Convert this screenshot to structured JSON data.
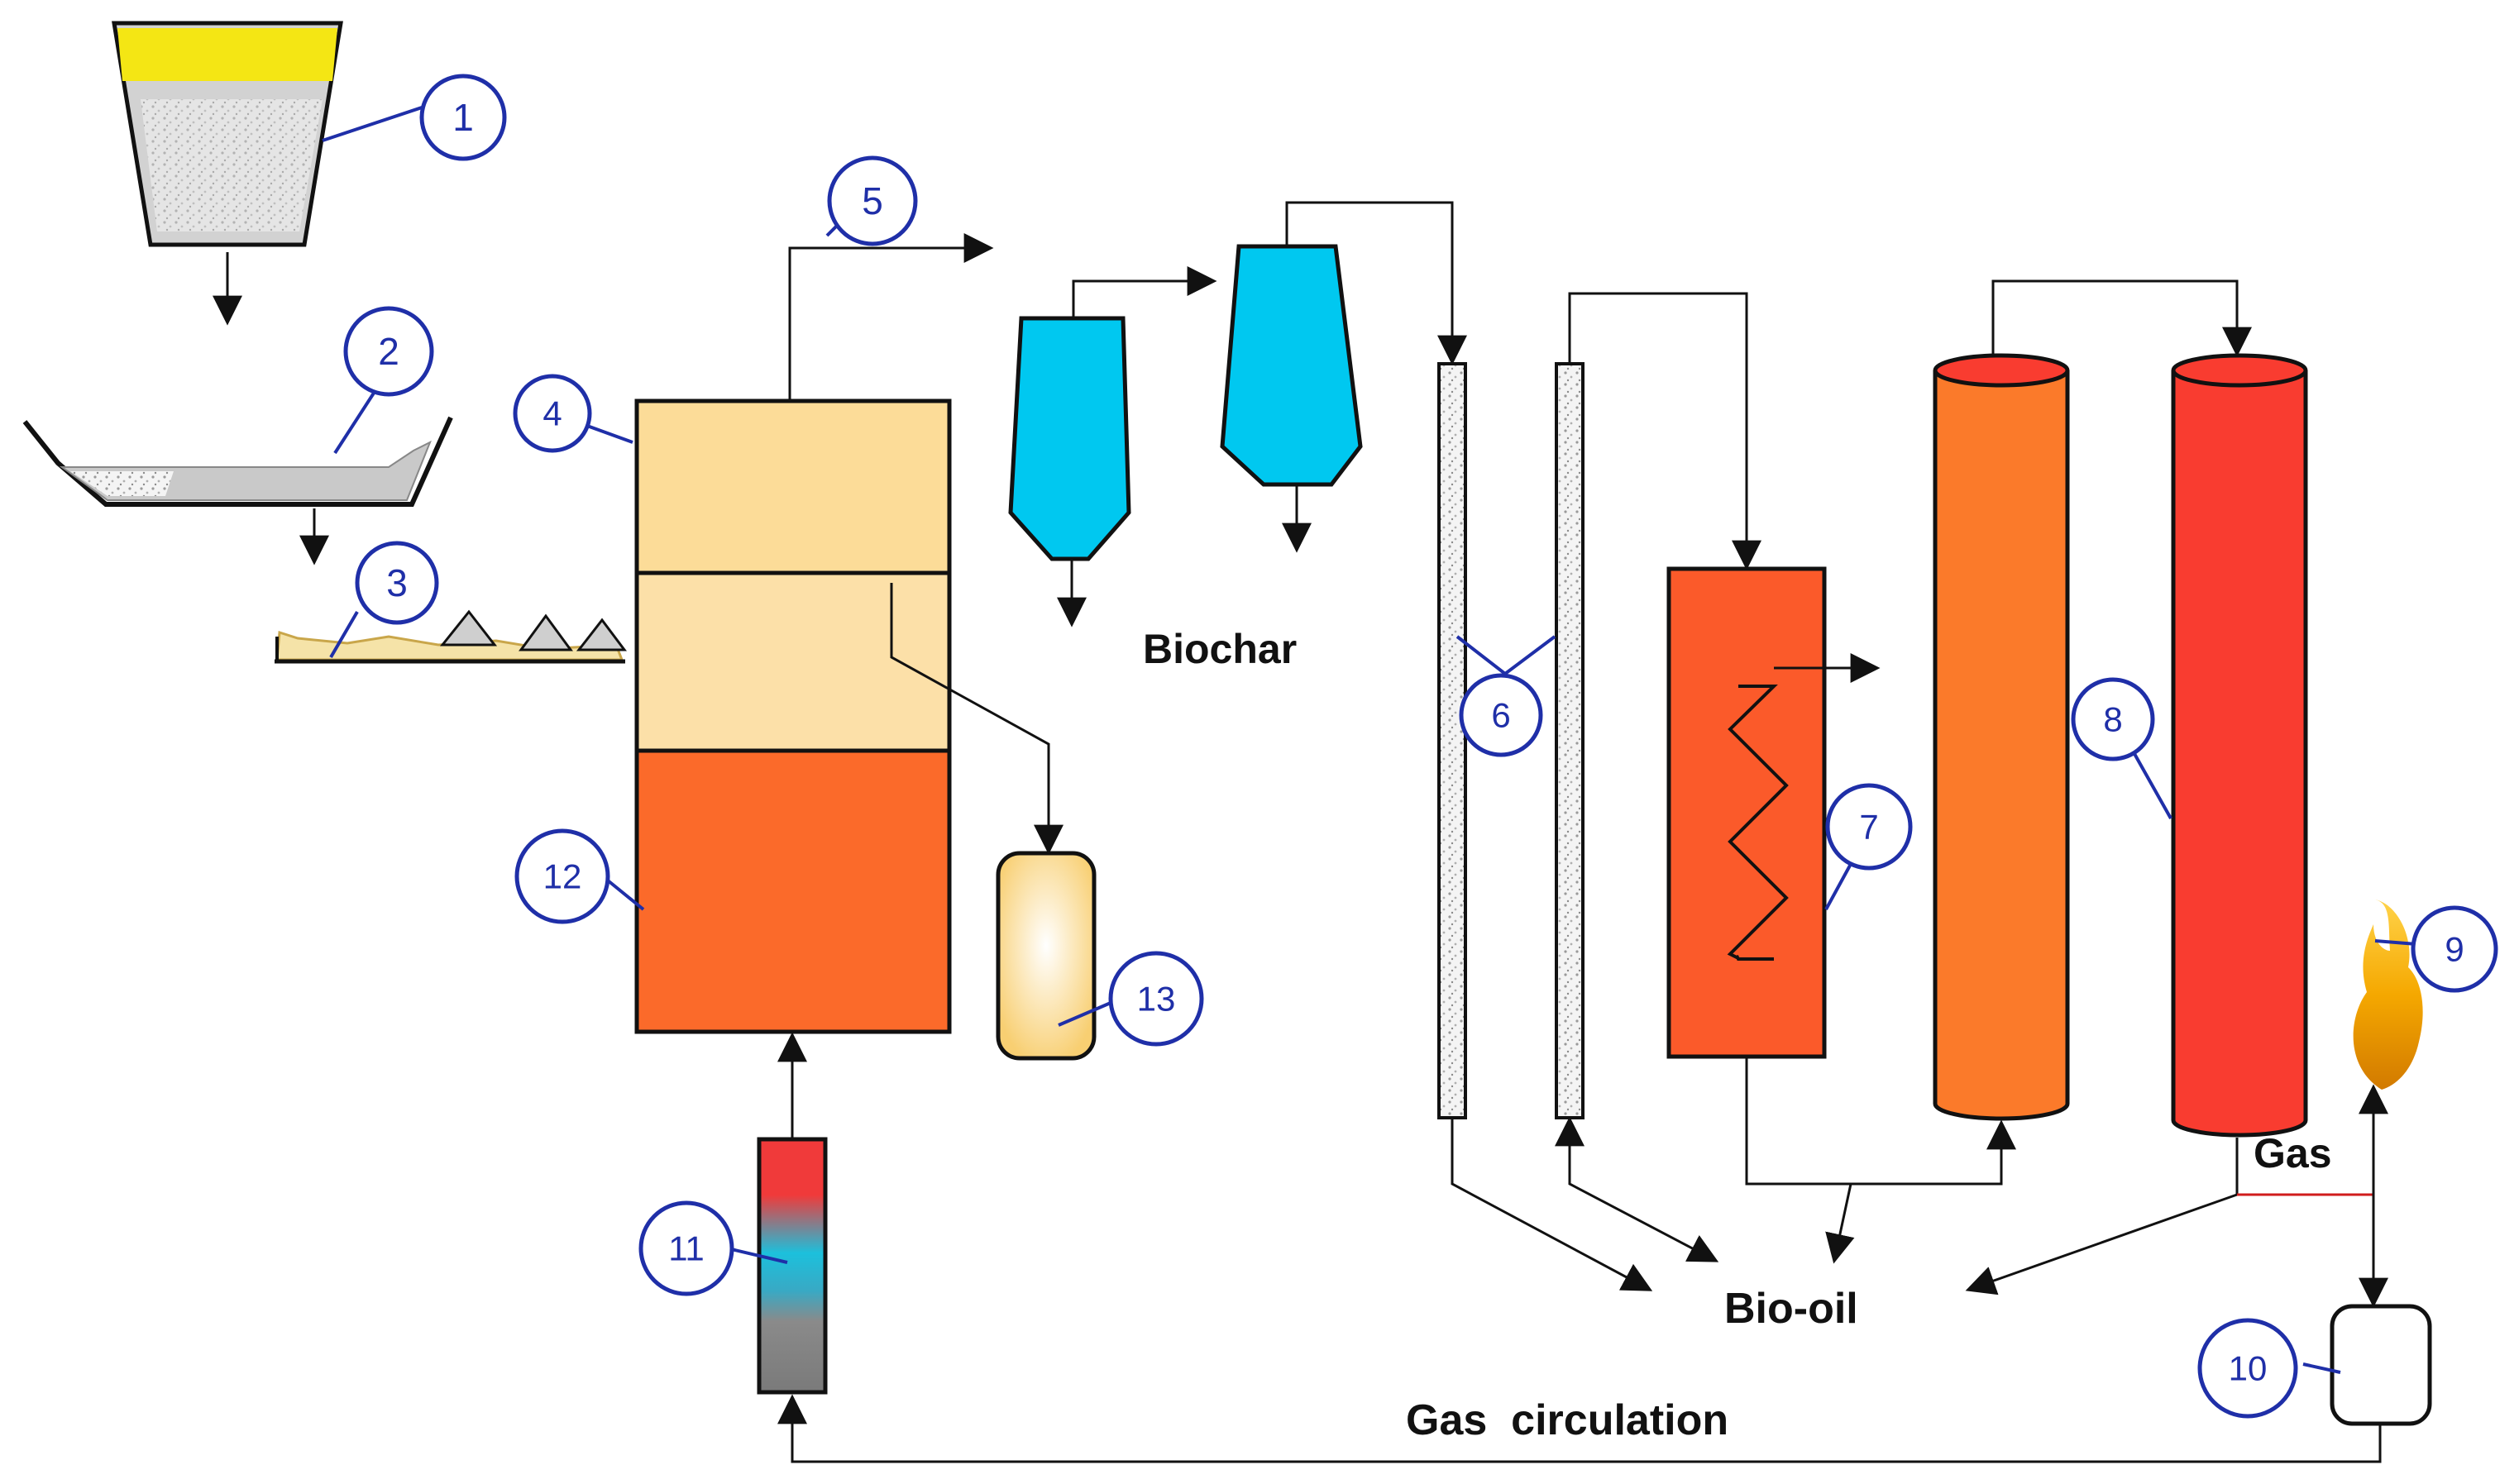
{
  "labels": {
    "biochar": "Biochar",
    "bio_oil": "Bio-oil",
    "gas": "Gas",
    "gas_circulation": "Gas  circulation"
  },
  "callouts": [
    "1",
    "2",
    "3",
    "4",
    "5",
    "6",
    "7",
    "8",
    "9",
    "10",
    "11",
    "12",
    "13"
  ],
  "colors": {
    "hopper_fill": "#cfcfcf",
    "hopper_top": "#f4e614",
    "cyclone": "#00c8f0",
    "reactor_upper": "#fcdc98",
    "reactor_lower": "#fb6a2a",
    "condenser_7": "#fb5a2a",
    "column_orange": "#fb7a2a",
    "column_red": "#f93c30",
    "callout": "#1f2fa8",
    "line": "#111111"
  }
}
